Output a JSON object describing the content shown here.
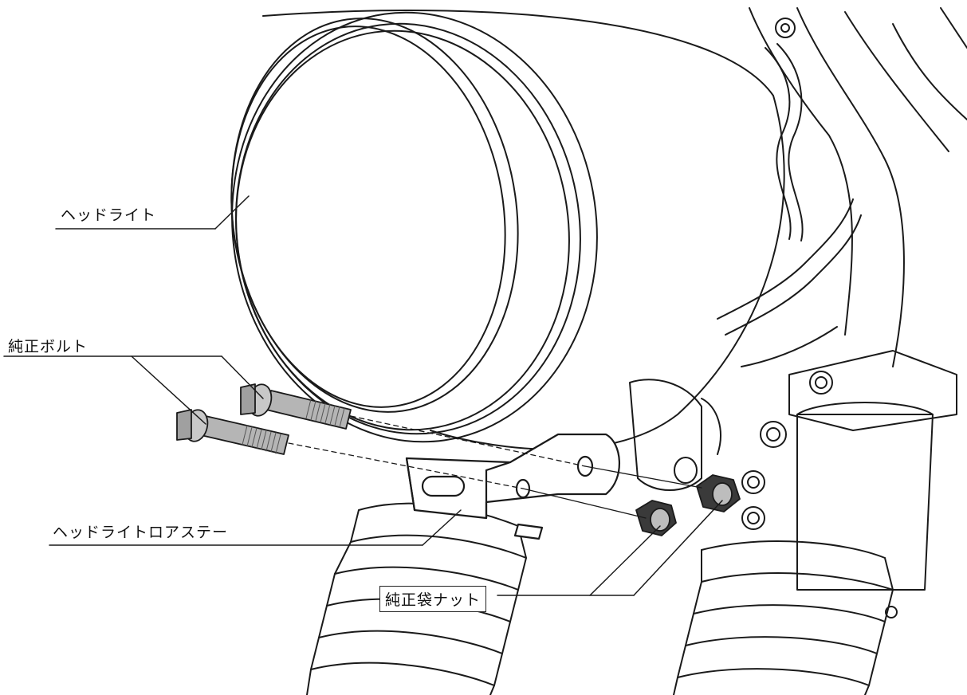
{
  "callouts": {
    "headlight": "ヘッドライト",
    "genuine_bolt": "純正ボルト",
    "headlight_lower_stay": "ヘッドライトロアステー",
    "genuine_cap_nut": "純正袋ナット"
  },
  "colors": {
    "line": "#1a1a1a",
    "bolt_fill": "#b5b5b5",
    "nut_fill": "#3a3a3a",
    "background": "#ffffff"
  }
}
